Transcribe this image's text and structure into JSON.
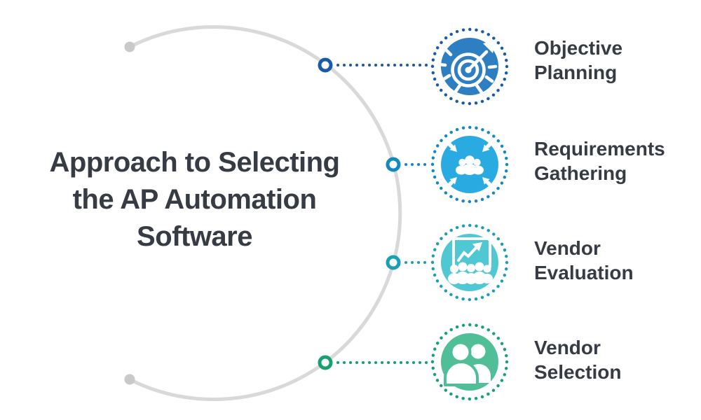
{
  "title": {
    "text": "Approach to Selecting the AP Automation Software",
    "lines": [
      "Approach to Selecting",
      "the AP Automation",
      "Software"
    ]
  },
  "steps": [
    {
      "label": "Objective Planning",
      "lines": [
        "Objective",
        "Planning"
      ],
      "icon": "target-dart-icon",
      "disc_color": "#2e7ec2",
      "accent_color": "#1a5ba8"
    },
    {
      "label": "Requirements Gathering",
      "lines": [
        "Requirements",
        "Gathering"
      ],
      "icon": "people-converge-arrows-icon",
      "disc_color": "#29abe2",
      "accent_color": "#1488c1"
    },
    {
      "label": "Vendor Evaluation",
      "lines": [
        "Vendor",
        "Evaluation"
      ],
      "icon": "presentation-growth-chart-icon",
      "disc_color": "#4fc8d3",
      "accent_color": "#1aa0b5"
    },
    {
      "label": "Vendor Selection",
      "lines": [
        "Vendor",
        "Selection"
      ],
      "icon": "two-people-icon",
      "disc_color": "#50bf98",
      "accent_color": "#17a171"
    }
  ],
  "arc": {
    "color": "#d9d9d9",
    "end_dot_color": "#c9c9c9"
  },
  "text_color": "#363b44"
}
